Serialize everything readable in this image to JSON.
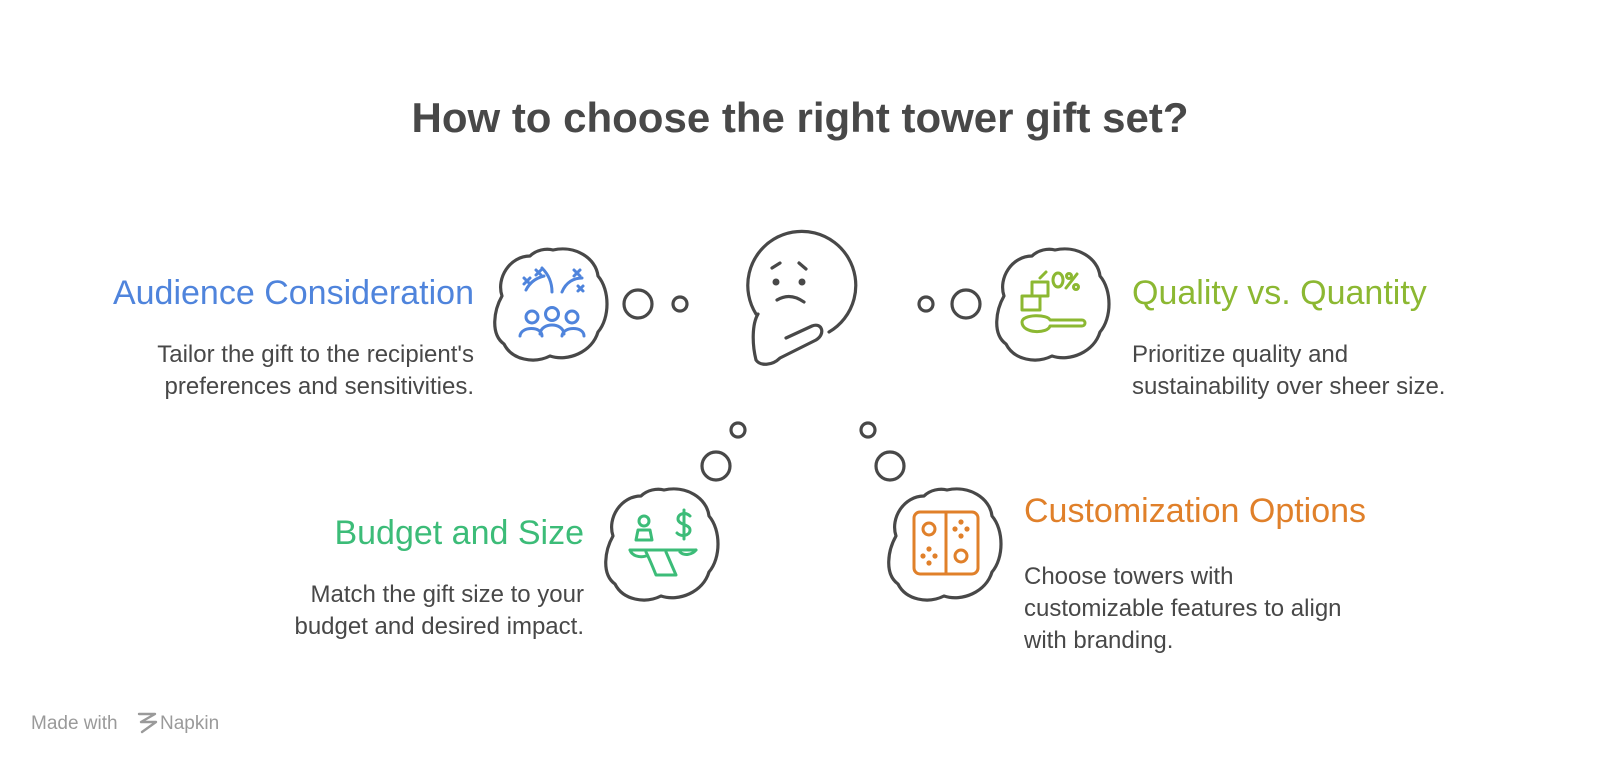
{
  "title": "How to choose the right tower gift set?",
  "colors": {
    "text": "#484848",
    "audience": "#4f84dc",
    "quality": "#8cb832",
    "budget": "#3cbc78",
    "custom": "#e0802a"
  },
  "items": [
    {
      "key": "audience",
      "heading": "Audience Consideration",
      "desc_line1": "Tailor the gift to the recipient's",
      "desc_line2": "preferences and sensitivities.",
      "icon": "fireworks-people-icon"
    },
    {
      "key": "quality",
      "heading": "Quality vs. Quantity",
      "desc_line1": "Prioritize quality and",
      "desc_line2": "sustainability over sheer size.",
      "icon": "scale-percent-icon"
    },
    {
      "key": "budget",
      "heading": "Budget and Size",
      "desc_line1": "Match the gift size to your",
      "desc_line2": "budget and desired impact.",
      "icon": "balance-money-icon"
    },
    {
      "key": "custom",
      "heading": "Customization Options",
      "desc_line1": "Choose towers with",
      "desc_line2": "customizable features to align",
      "desc_line3": "with branding.",
      "icon": "game-controller-icon"
    }
  ],
  "center_icon": "thinking-face-icon",
  "watermark": {
    "prefix": "Made with",
    "brand": "Napkin"
  }
}
